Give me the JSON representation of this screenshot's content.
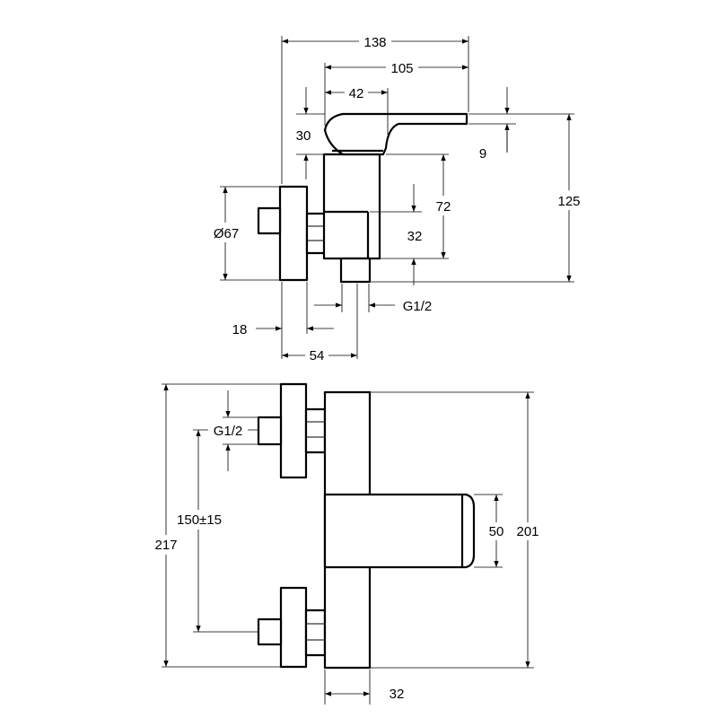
{
  "dimensions": {
    "top_width_overall": "138",
    "top_spout_length": "105",
    "top_lever_base": "42",
    "top_lever_height": "30",
    "top_spout_thickness": "9",
    "top_body_height": "72",
    "top_overall_height": "125",
    "top_flange_diameter": "Ø67",
    "top_outlet_offset": "32",
    "top_outlet_thread": "G1/2",
    "top_flange_depth": "18",
    "top_projection": "54",
    "bottom_inlet_thread": "G1/2",
    "bottom_inlet_spacing": "150±15",
    "bottom_overall_height": "217",
    "bottom_body_height": "201",
    "bottom_spout_height": "50",
    "bottom_body_width": "32"
  }
}
